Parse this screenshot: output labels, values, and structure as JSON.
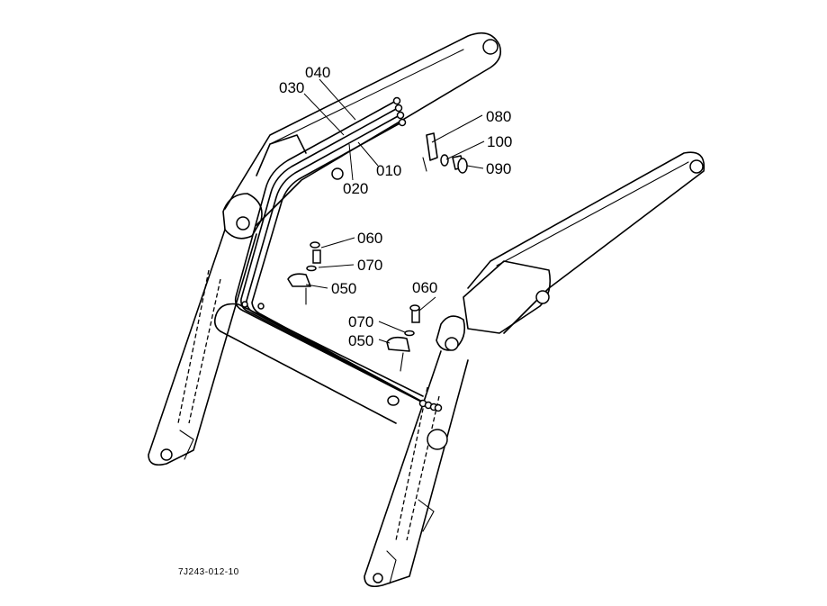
{
  "diagram": {
    "drawing_code": "7J243-012-10",
    "callouts": [
      {
        "id": "c040",
        "label": "040"
      },
      {
        "id": "c030",
        "label": "030"
      },
      {
        "id": "c020",
        "label": "020"
      },
      {
        "id": "c010",
        "label": "010"
      },
      {
        "id": "c080",
        "label": "080"
      },
      {
        "id": "c100",
        "label": "100"
      },
      {
        "id": "c090",
        "label": "090"
      },
      {
        "id": "c060a",
        "label": "060"
      },
      {
        "id": "c070a",
        "label": "070"
      },
      {
        "id": "c050a",
        "label": "050"
      },
      {
        "id": "c060b",
        "label": "060"
      },
      {
        "id": "c070b",
        "label": "070"
      },
      {
        "id": "c050b",
        "label": "050"
      }
    ]
  }
}
